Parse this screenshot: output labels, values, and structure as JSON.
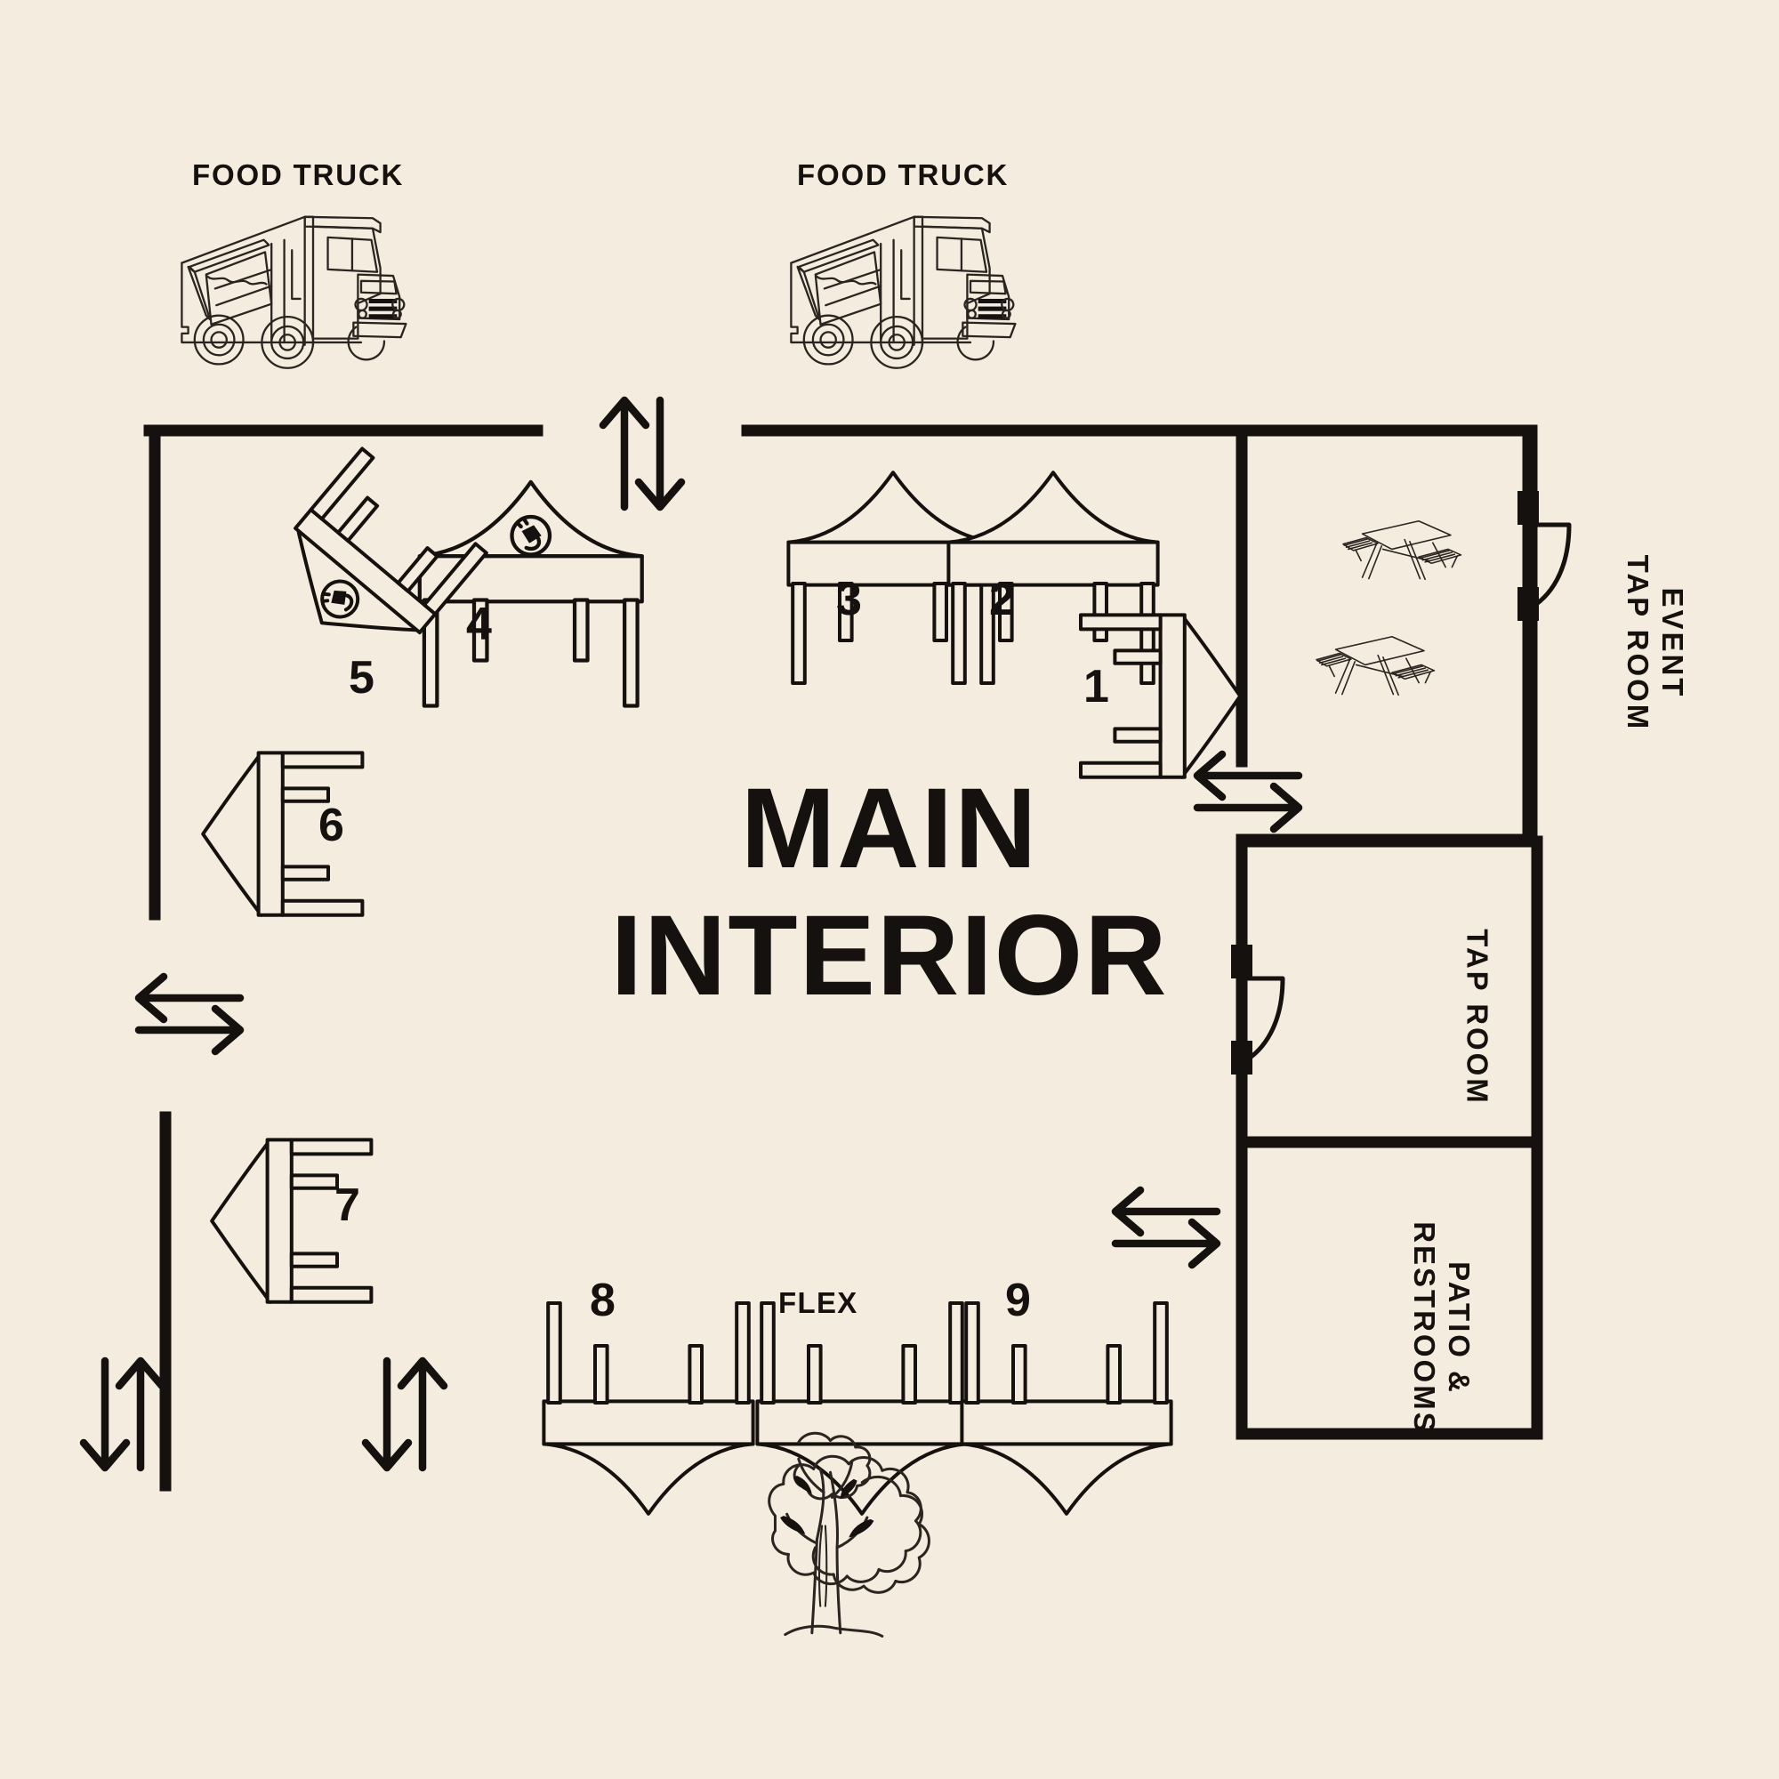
{
  "plan": {
    "background_color": "#f4eddf",
    "ink_color": "#14110e",
    "title_line1": "MAIN",
    "title_line2": "INTERIOR"
  },
  "food_trucks": [
    {
      "label": "FOOD TRUCK",
      "position": "top-left"
    },
    {
      "label": "FOOD TRUCK",
      "position": "top-center"
    }
  ],
  "booths": [
    {
      "id": "1",
      "label": "1",
      "type": "side-tent-right",
      "power": false
    },
    {
      "id": "2",
      "label": "2",
      "type": "canopy-tent",
      "power": false
    },
    {
      "id": "3",
      "label": "3",
      "type": "canopy-tent",
      "power": false
    },
    {
      "id": "4",
      "label": "4",
      "type": "canopy-tent",
      "power": true
    },
    {
      "id": "5",
      "label": "5",
      "type": "angled-tent",
      "power": true
    },
    {
      "id": "6",
      "label": "6",
      "type": "side-tent-left",
      "power": false
    },
    {
      "id": "7",
      "label": "7",
      "type": "side-tent-left",
      "power": false
    },
    {
      "id": "8",
      "label": "8",
      "type": "inverted-tent",
      "power": false
    },
    {
      "id": "flex",
      "label": "FLEX",
      "type": "inverted-tent",
      "power": false
    },
    {
      "id": "9",
      "label": "9",
      "type": "inverted-tent",
      "power": false
    }
  ],
  "rooms": [
    {
      "name": "event-tap-room",
      "line1": "EVENT",
      "line2": "TAP ROOM",
      "orientation": "vertical"
    },
    {
      "name": "tap-room",
      "line1": "TAP ROOM",
      "line2": "",
      "orientation": "vertical"
    },
    {
      "name": "patio-restrooms",
      "line1": "PATIO &",
      "line2": "RESTROOMS",
      "orientation": "vertical"
    }
  ],
  "furniture": {
    "picnic_tables": 2,
    "tree": 1
  },
  "circulation": {
    "arrows": [
      {
        "name": "entry-top-center",
        "direction": "vertical"
      },
      {
        "name": "tap-room-entry",
        "direction": "horizontal"
      },
      {
        "name": "west-exit",
        "direction": "horizontal"
      },
      {
        "name": "patio-entry",
        "direction": "horizontal"
      },
      {
        "name": "southwest-exit",
        "direction": "vertical"
      },
      {
        "name": "south-entry",
        "direction": "vertical"
      }
    ]
  }
}
